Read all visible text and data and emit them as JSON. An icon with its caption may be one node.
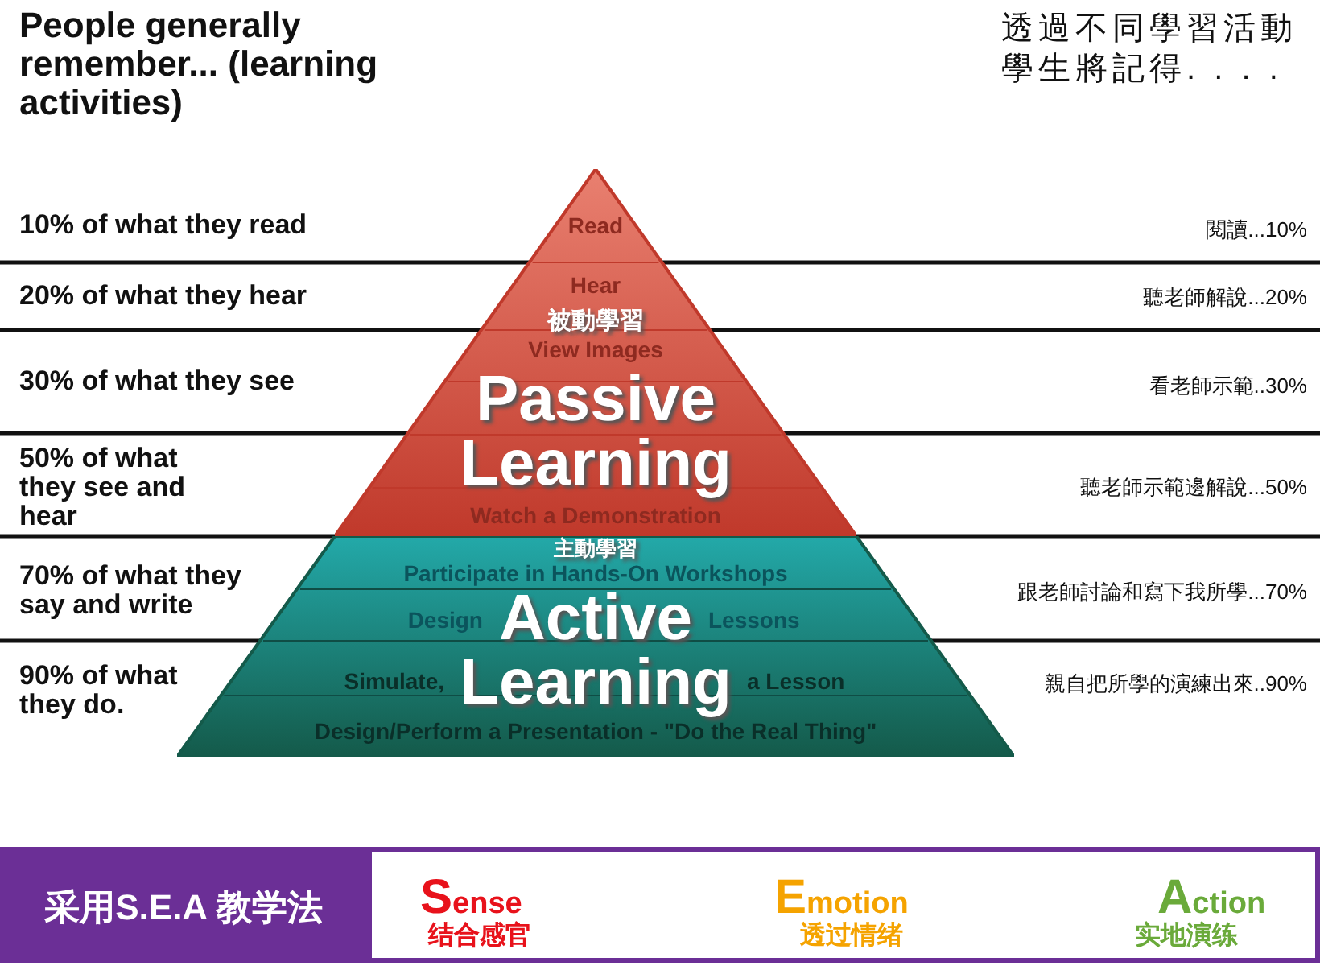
{
  "diagram": {
    "title": "People generally remember... (learning activities)",
    "nodes": [
      {
        "text": [
          "被動學習",
          "Passive Learning"
        ]
      },
      {
        "text": [
          "主動學習",
          "Active Learning"
        ]
      },
      {
        "text": [
          "采用S.E.A 教学法"
        ]
      },
      {
        "text": [
          "Sense",
          "结合感官",
          "Emotion",
          "透过情绪",
          "Action",
          "实地演练"
        ]
      }
    ],
    "labels": [
      "透過不同學習活動學生將記得. . . .",
      "10% of what they read",
      "Read",
      "閱讀...10%",
      "20% of what they hear",
      "Hear",
      "聽老師解說...20%",
      "30% of what they see",
      "View Images",
      "看老師示範..30%",
      "50% of what they see and hear",
      "Watch a Demonstration",
      "聽老師示範邊解說...50%",
      "70% of what they say and write",
      "Participate in Hands-On Workshops",
      "Design",
      "Lessons",
      "跟老師討論和寫下我所學...70%",
      "90% of what they do.",
      "Simulate,",
      "a Lesson",
      "Design/Perform a Presentation - \"Do the Real Thing\"",
      "親自把所學的演練出來..90%"
    ]
  }
}
